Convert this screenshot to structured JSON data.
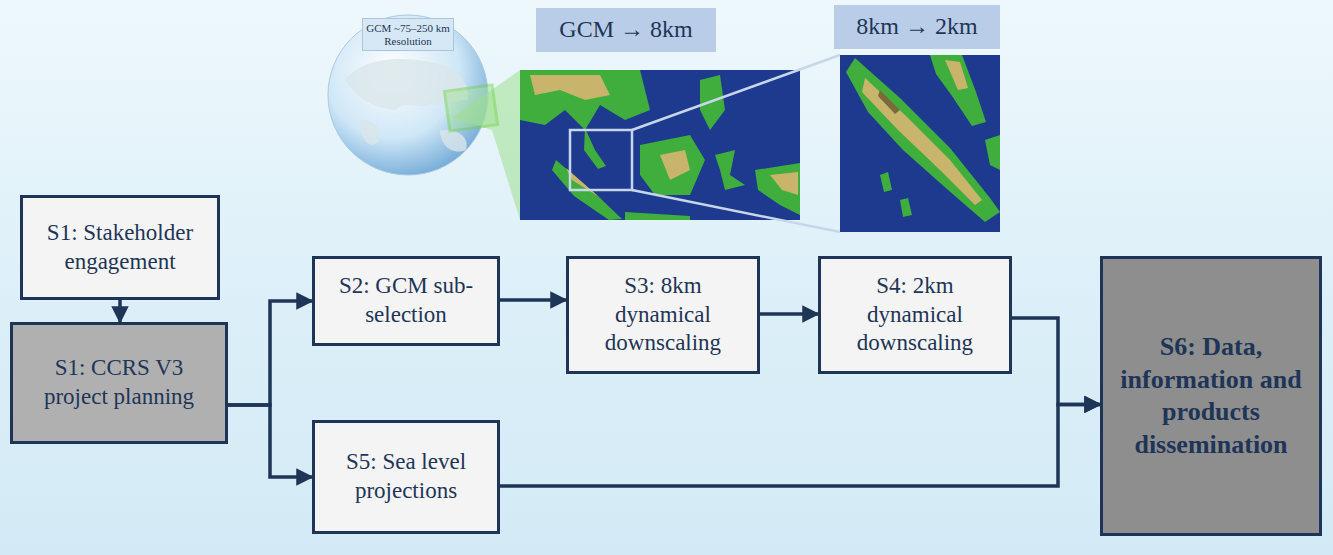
{
  "diagram": {
    "nodes": [
      {
        "text": [
          "S1: Stakeholder engagement"
        ]
      },
      {
        "text": [
          "S1: CCRS V3 project planning"
        ]
      },
      {
        "text": [
          "S2: GCM sub-selection"
        ]
      },
      {
        "text": [
          "S3: 8km dynamical downscaling"
        ]
      },
      {
        "text": [
          "S4: 2km dynamical downscaling"
        ]
      },
      {
        "text": [
          "S5: Sea level projections"
        ]
      },
      {
        "text": [
          "S6: Data, information and products dissemination"
        ]
      }
    ],
    "edges": [
      {
        "from": 0,
        "to": 1,
        "arrow": "to"
      },
      {
        "from": 1,
        "to": 2,
        "arrow": "to"
      },
      {
        "from": 1,
        "to": 5,
        "arrow": "to"
      },
      {
        "from": 2,
        "to": 3,
        "arrow": "to"
      },
      {
        "from": 3,
        "to": 4,
        "arrow": "to"
      },
      {
        "from": 4,
        "to": 6,
        "arrow": "to"
      },
      {
        "from": 5,
        "to": 6,
        "arrow": "to"
      }
    ],
    "labels": [
      "GCM ~75–250 km Resolution",
      "GCM → 8km",
      "8km → 2km"
    ]
  }
}
